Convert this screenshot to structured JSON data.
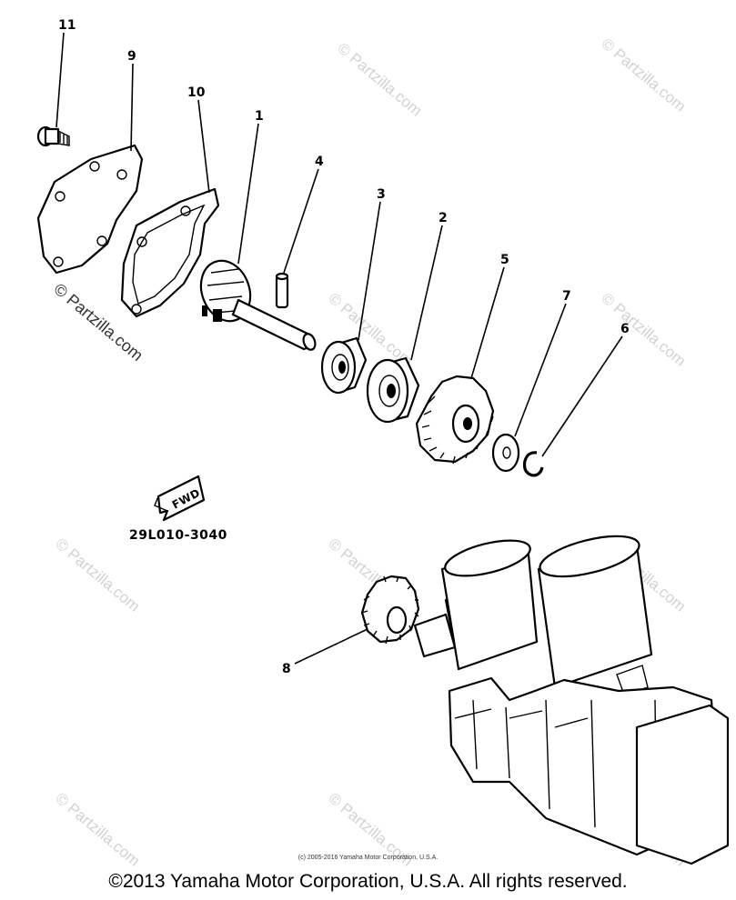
{
  "callouts": {
    "p1": "1",
    "p2": "2",
    "p3": "3",
    "p4": "4",
    "p5": "5",
    "p6": "6",
    "p7": "7",
    "p8": "8",
    "p9": "9",
    "p10": "10",
    "p11": "11"
  },
  "fwd_label": "FWD",
  "diagram_code": "29L010-3040",
  "watermark_text": "© Partzilla.com",
  "copyright_small": "(c) 2005-2016 Yamaha Motor Corporation, U.S.A.",
  "copyright_main": "©2013 Yamaha Motor Corporation, U.S.A. All rights reserved.",
  "colors": {
    "line": "#000000",
    "watermark": "#d2d2d2",
    "background": "#ffffff"
  }
}
